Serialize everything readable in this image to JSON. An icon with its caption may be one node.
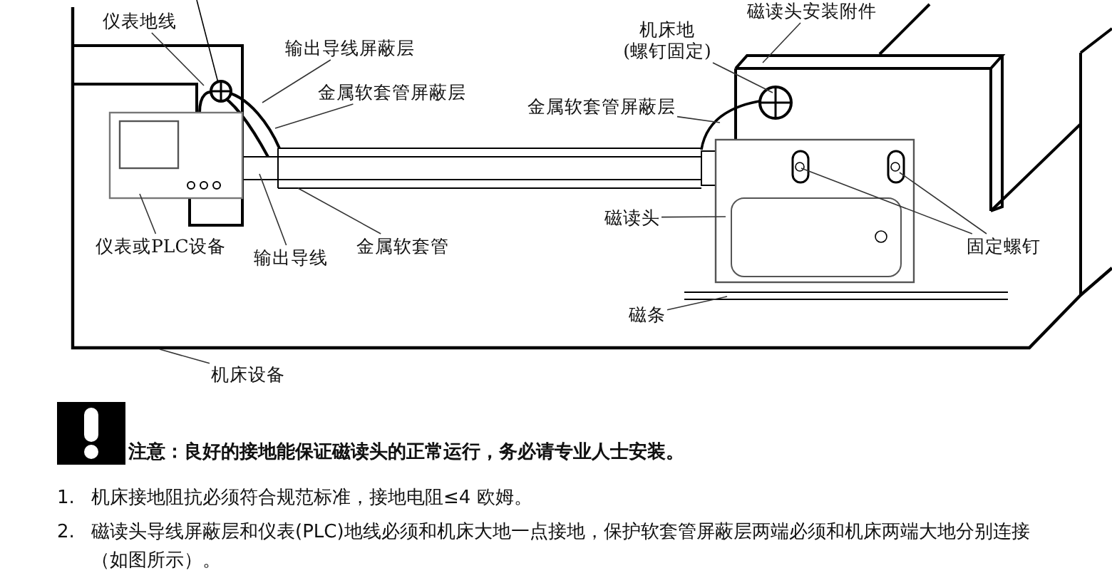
{
  "diagram": {
    "nodes": [
      {
        "text": [
          "仪表地线"
        ]
      },
      {
        "text": [
          "输出导线屏蔽层"
        ]
      },
      {
        "text": [
          "金属软套管屏蔽层"
        ]
      },
      {
        "text": [
          "仪表或PLC设备"
        ]
      },
      {
        "text": [
          "输出导线"
        ]
      },
      {
        "text": [
          "金属软套管"
        ]
      },
      {
        "text": [
          "机床设备"
        ]
      },
      {
        "text": [
          "磁读头安装附件"
        ]
      },
      {
        "text": [
          "机床地 (螺钉固定)"
        ]
      },
      {
        "text": [
          "金属软套管屏蔽层"
        ]
      },
      {
        "text": [
          "磁读头"
        ]
      },
      {
        "text": [
          "固定螺钉"
        ]
      },
      {
        "text": [
          "磁条"
        ]
      }
    ],
    "edges": [
      {
        "from": 0,
        "to": null,
        "arrow": "none"
      },
      {
        "from": 1,
        "to": null,
        "arrow": "none"
      },
      {
        "from": 2,
        "to": null,
        "arrow": "none"
      },
      {
        "from": 3,
        "to": null,
        "arrow": "none"
      },
      {
        "from": 4,
        "to": null,
        "arrow": "none"
      },
      {
        "from": 5,
        "to": null,
        "arrow": "none"
      },
      {
        "from": 6,
        "to": null,
        "arrow": "none"
      },
      {
        "from": 7,
        "to": null,
        "arrow": "none"
      },
      {
        "from": 8,
        "to": null,
        "arrow": "none"
      },
      {
        "from": 9,
        "to": null,
        "arrow": "none"
      },
      {
        "from": 10,
        "to": null,
        "arrow": "none"
      },
      {
        "from": 11,
        "to": null,
        "arrow": "none"
      },
      {
        "from": 11,
        "to": null,
        "arrow": "none"
      },
      {
        "from": 12,
        "to": null,
        "arrow": "none"
      }
    ],
    "labels": [
      "注意：良好的接地能保证磁读头的正常运行，务必请专业人士安装。",
      "1.",
      "机床接地阻抗必须符合规范标准，接地电阻≤4 欧姆。",
      "2.",
      "磁读头导线屏蔽层和仪表(PLC)地线必须和机床大地一点接地，保护软套管屏蔽层两端必须和机床两端大地分别连接（如图所示）。"
    ]
  }
}
